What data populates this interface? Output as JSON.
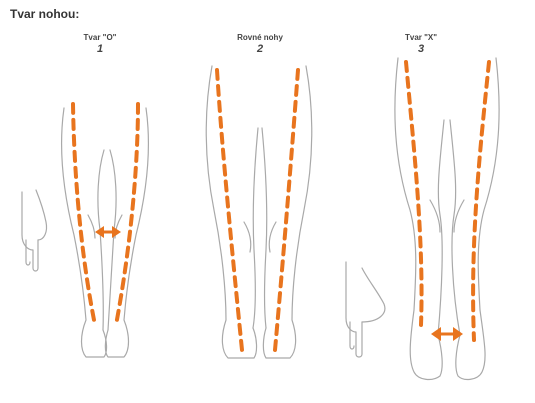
{
  "heading": "Tvar nohou:",
  "figures": [
    {
      "caption": "Tvar \"O\"",
      "number": "1"
    },
    {
      "caption": "Rovné nohy",
      "number": "2"
    },
    {
      "caption": "Tvar \"X\"",
      "number": "3"
    }
  ],
  "colors": {
    "outline": "#a9a9a9",
    "axis_dash": "#e8741e",
    "text": "#444444"
  }
}
